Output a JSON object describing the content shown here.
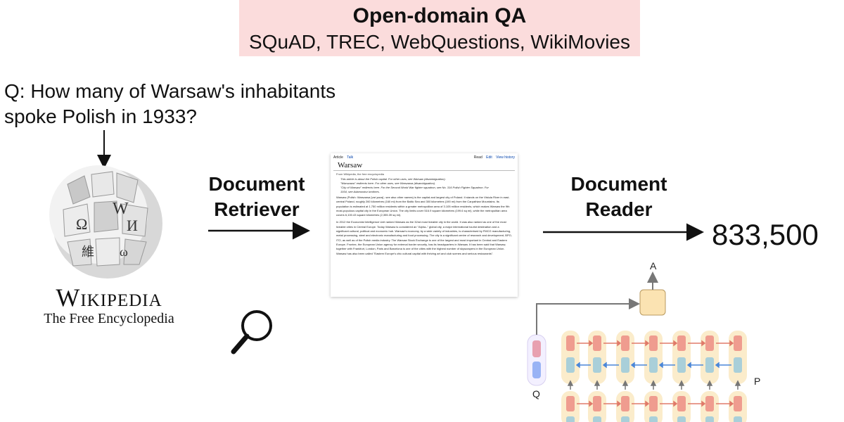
{
  "title": "Open-domain QA",
  "subtitle": "SQuAD, TREC, WebQuestions, WikiMovies",
  "question": {
    "line1": "Q:  How many of Warsaw's inhabitants",
    "line2": "spoke Polish in 1933?"
  },
  "wikipedia": {
    "name": "Wikipedia",
    "tagline": "The Free Encyclopedia",
    "globe_glyphs": [
      "W",
      "Ω",
      "И",
      "維",
      "ω"
    ]
  },
  "retriever": {
    "line1": "Document",
    "line2": "Retriever"
  },
  "reader": {
    "line1": "Document",
    "line2": "Reader"
  },
  "answer": "833,500",
  "wiki_page": {
    "tabs_left": [
      "Article",
      "Talk"
    ],
    "tabs_right": [
      "Read",
      "Edit",
      "View history"
    ],
    "title": "Warsaw",
    "from": "From Wikipedia, the free encyclopedia",
    "hatnotes": [
      "This article is about the Polish capital. For other uses, see Warsaw (disambiguation).",
      "\"Warszawa\" redirects here. For other uses, see Warszawa (disambiguation).",
      "\"City of Warsaw\" redirects here. For the Second World War fighter squadron, see No. 316 Polish Fighter Squadron. For",
      "1934, see Adamowicz brothers."
    ],
    "para1": "Warsaw (Polish: Warszawa [varˈʂava] ; see also other names) is the capital and largest city of Poland. It stands on the Vistula River in east-central Poland, roughly 260 kilometres (160 mi) from the Baltic Sea and 300 kilometres (190 mi) from the Carpathian Mountains. Its population is estimated at 1.750 million residents within a greater metropolitan area of 3.105 million residents, which makes Warsaw the 9th most-populous capital city in the European Union. The city limits cover 516.9 square kilometres (199.6 sq mi), while the metropolitan area covers 6,100.43 square kilometres (2,355.39 sq mi).",
    "para2": "In 2012 the Economist Intelligence Unit ranked Warsaw as the 32nd most liveable city in the world. It was also ranked as one of the most liveable cities in Central Europe. Today Warsaw is considered an \"Alpha–\" global city, a major international tourist destination and a significant cultural, political and economic hub. Warsaw's economy, by a wide variety of industries, is characterised by FMCG manufacturing, metal processing, steel and electronic manufacturing and food processing. The city is a significant centre of research and development, BPO, ITO, as well as of the Polish media industry. The Warsaw Stock Exchange is one of the largest and most important in Central and Eastern Europe. Frontex, the European Union agency for external border security, has its headquarters in Warsaw. It has been said that Warsaw, together with Frankfurt, London, Paris and Barcelona is one of the cities with the highest number of skyscrapers in the European Union. Warsaw has also been called \"Eastern Europe's chic cultural capital with thriving art and club scenes and serious restaurants\"."
  },
  "reader_model": {
    "question_label": "Q",
    "passage_label": "P",
    "answer_label": "A"
  }
}
